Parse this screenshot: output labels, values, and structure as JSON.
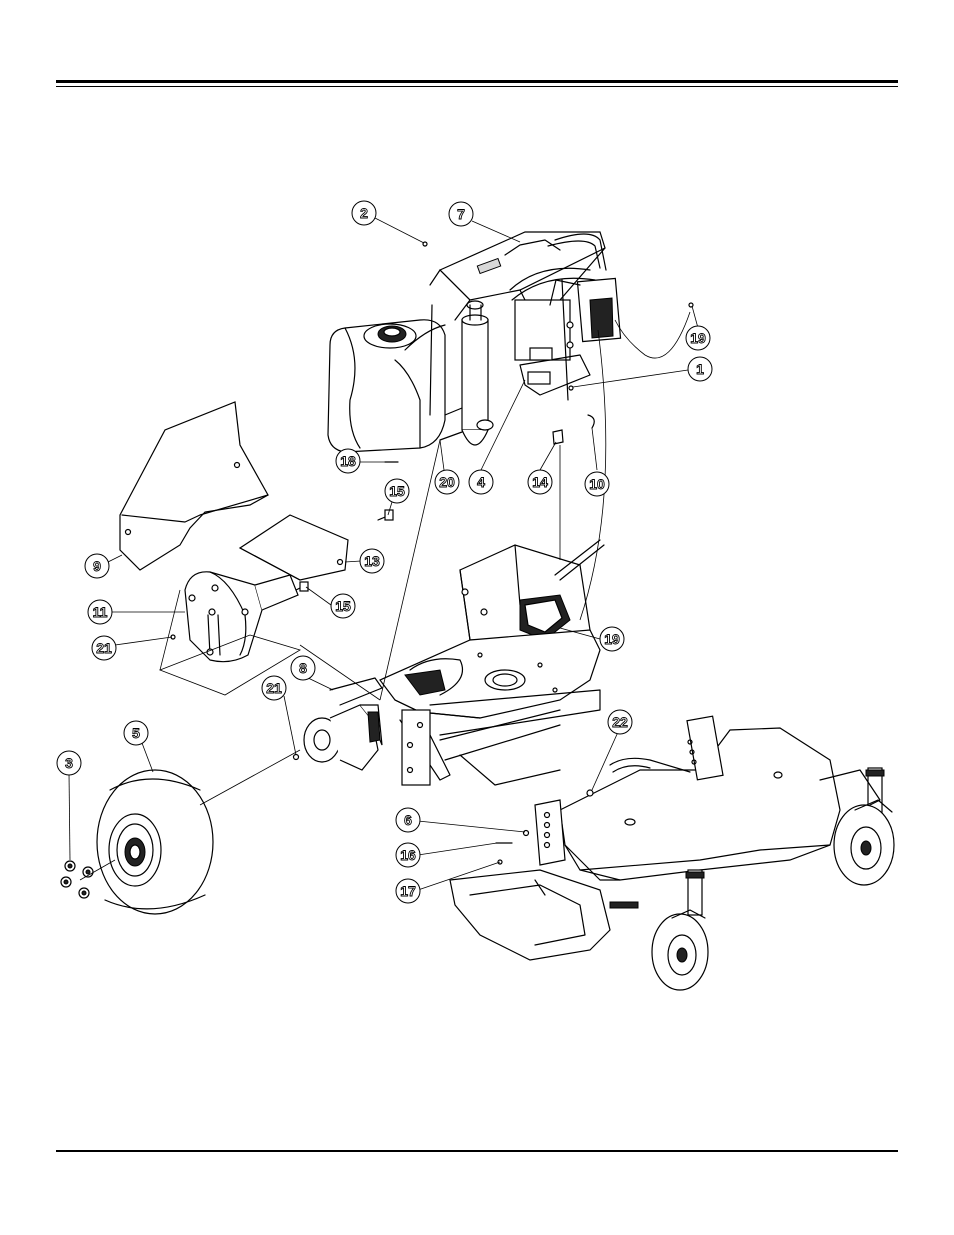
{
  "callouts": [
    {
      "id": "c2",
      "label": "2"
    },
    {
      "id": "c7",
      "label": "7"
    },
    {
      "id": "c19a",
      "label": "19"
    },
    {
      "id": "c1",
      "label": "1"
    },
    {
      "id": "c18",
      "label": "18"
    },
    {
      "id": "c20",
      "label": "20"
    },
    {
      "id": "c4",
      "label": "4"
    },
    {
      "id": "c14",
      "label": "14"
    },
    {
      "id": "c10",
      "label": "10"
    },
    {
      "id": "c15a",
      "label": "15"
    },
    {
      "id": "c9",
      "label": "9"
    },
    {
      "id": "c13",
      "label": "13"
    },
    {
      "id": "c15b",
      "label": "15"
    },
    {
      "id": "c11",
      "label": "11"
    },
    {
      "id": "c21a",
      "label": "21"
    },
    {
      "id": "c19b",
      "label": "19"
    },
    {
      "id": "c8",
      "label": "8"
    },
    {
      "id": "c21b",
      "label": "21"
    },
    {
      "id": "c5",
      "label": "5"
    },
    {
      "id": "c22",
      "label": "22"
    },
    {
      "id": "c3",
      "label": "3"
    },
    {
      "id": "c6",
      "label": "6"
    },
    {
      "id": "c16",
      "label": "16"
    },
    {
      "id": "c17",
      "label": "17"
    }
  ]
}
